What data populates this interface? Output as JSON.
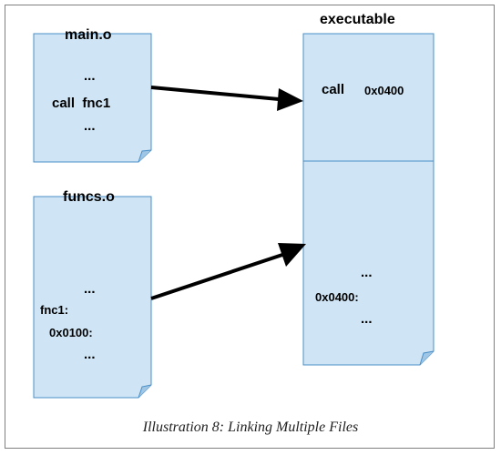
{
  "main_o": {
    "title": "main.o",
    "line1": "...",
    "line2": "call  fnc1",
    "line3": "..."
  },
  "funcs_o": {
    "title": "funcs.o",
    "line1": "...",
    "line2": "fnc1:",
    "line3": "0x0100:",
    "line4": "..."
  },
  "executable": {
    "title": "executable",
    "call_text": "call",
    "call_addr": "0x0400",
    "line1": "...",
    "line2": "0x0400:",
    "line3": "..."
  },
  "caption": "Illustration 8: Linking Multiple Files",
  "colors": {
    "box_fill": "#cfe5f5",
    "box_stroke": "#4a8fc7",
    "arrow": "#000000"
  }
}
